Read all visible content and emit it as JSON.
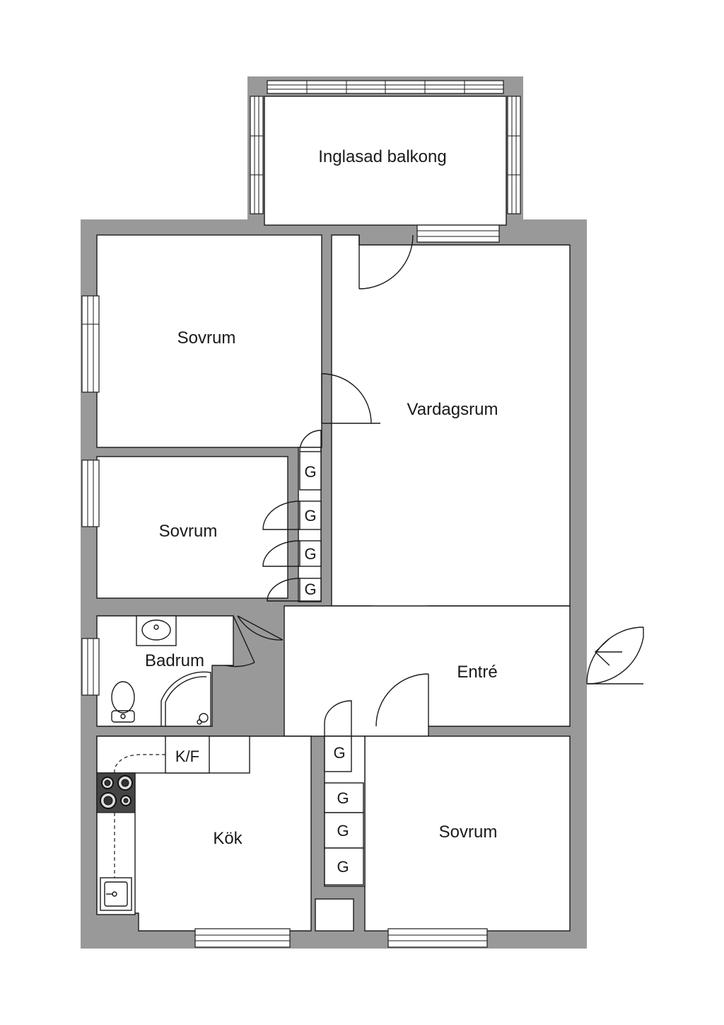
{
  "rooms": {
    "balcony": "Inglasad balkong",
    "bedroom_1": "Sovrum",
    "living": "Vardagsrum",
    "bedroom_2": "Sovrum",
    "bathroom": "Badrum",
    "entrance": "Entré",
    "kitchen": "Kök",
    "bedroom_3": "Sovrum"
  },
  "fixtures": {
    "fridge_freezer": "K/F",
    "wardrobe": "G"
  },
  "colors": {
    "wall": "#999999",
    "line": "#1a1a1a",
    "background": "#ffffff"
  }
}
